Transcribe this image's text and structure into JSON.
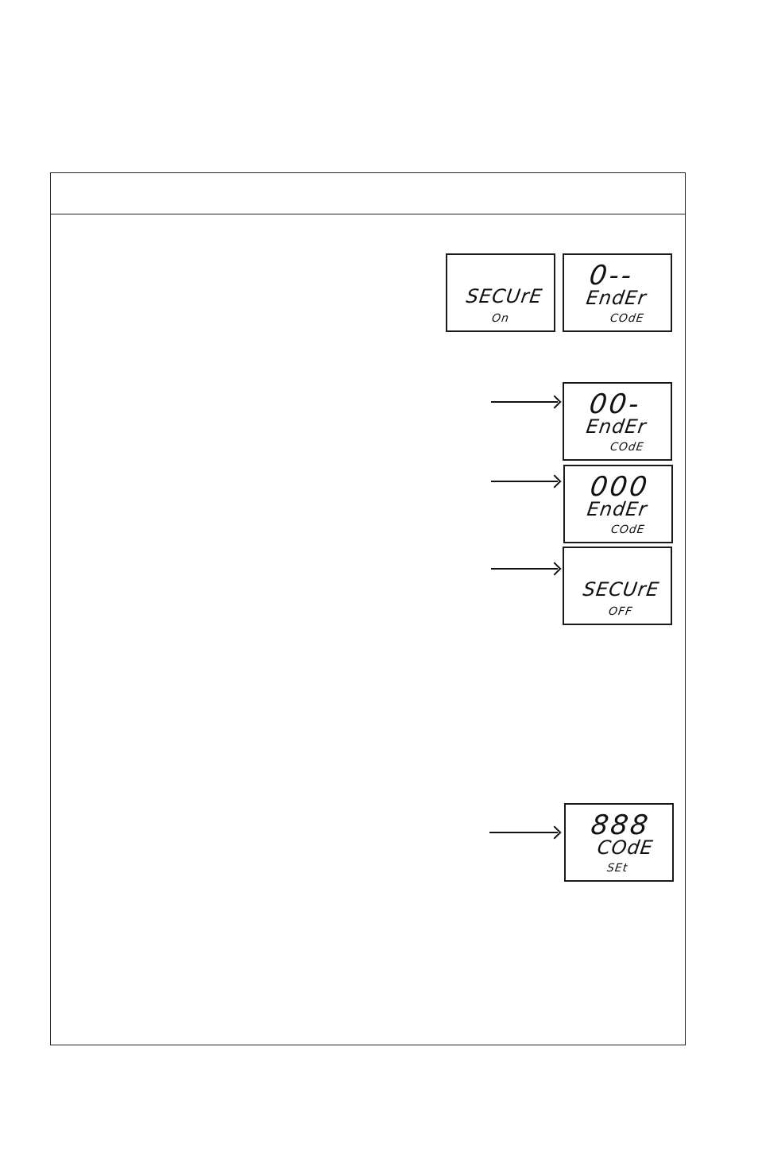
{
  "displays": [
    {
      "top": "",
      "main": "SECUrE",
      "sub": "On"
    },
    {
      "top": "0--",
      "main": "EndEr",
      "sub": "COdE"
    },
    {
      "top": "00-",
      "main": "EndEr",
      "sub": "COdE"
    },
    {
      "top": "000",
      "main": "EndEr",
      "sub": "COdE"
    },
    {
      "top": "",
      "main": "SECUrE",
      "sub": "OFF"
    },
    {
      "top": "888",
      "main": "COdE",
      "sub": "SEt"
    }
  ]
}
